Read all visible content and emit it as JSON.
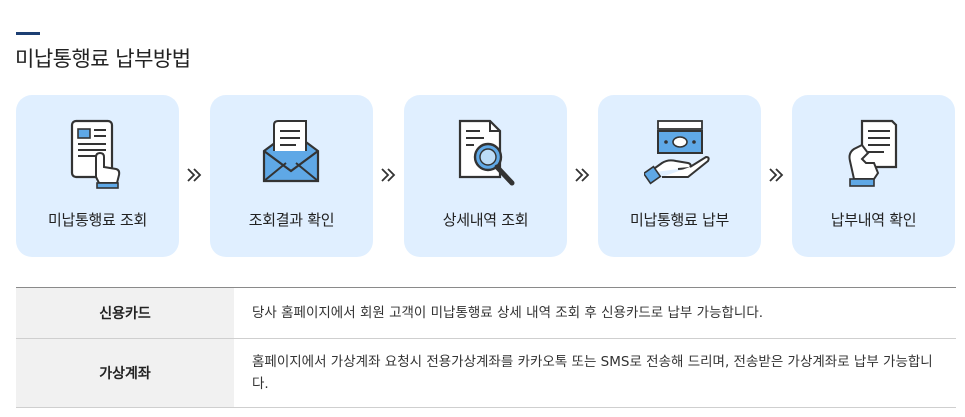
{
  "page_title": "미납통행료 납부방법",
  "steps": [
    {
      "label": "미납통행료 조회",
      "icon": "document-hand-pointer-icon"
    },
    {
      "label": "조회결과 확인",
      "icon": "open-envelope-icon"
    },
    {
      "label": "상세내역 조회",
      "icon": "document-magnifier-icon"
    },
    {
      "label": "미납통행료 납부",
      "icon": "money-hand-icon"
    },
    {
      "label": "납부내역 확인",
      "icon": "hand-document-icon"
    }
  ],
  "arrow_icon": "double-chevron-right-icon",
  "payment_methods": [
    {
      "method": "신용카드",
      "description": "당사 홈페이지에서 회원 고객이 미납통행료 상세 내역 조회 후 신용카드로 납부 가능합니다."
    },
    {
      "method": "가상계좌",
      "description": "홈페이지에서 가상계좌 요청시 전용가상계좌를 카카오톡 또는 SMS로 전송해 드리며, 전송받은 가상계좌로 납부 가능합니다."
    }
  ],
  "colors": {
    "step_background": "#e0efff",
    "icon_stroke": "#333333",
    "icon_fill": "#5fa8e6",
    "title_accent": "#1d3f73"
  }
}
